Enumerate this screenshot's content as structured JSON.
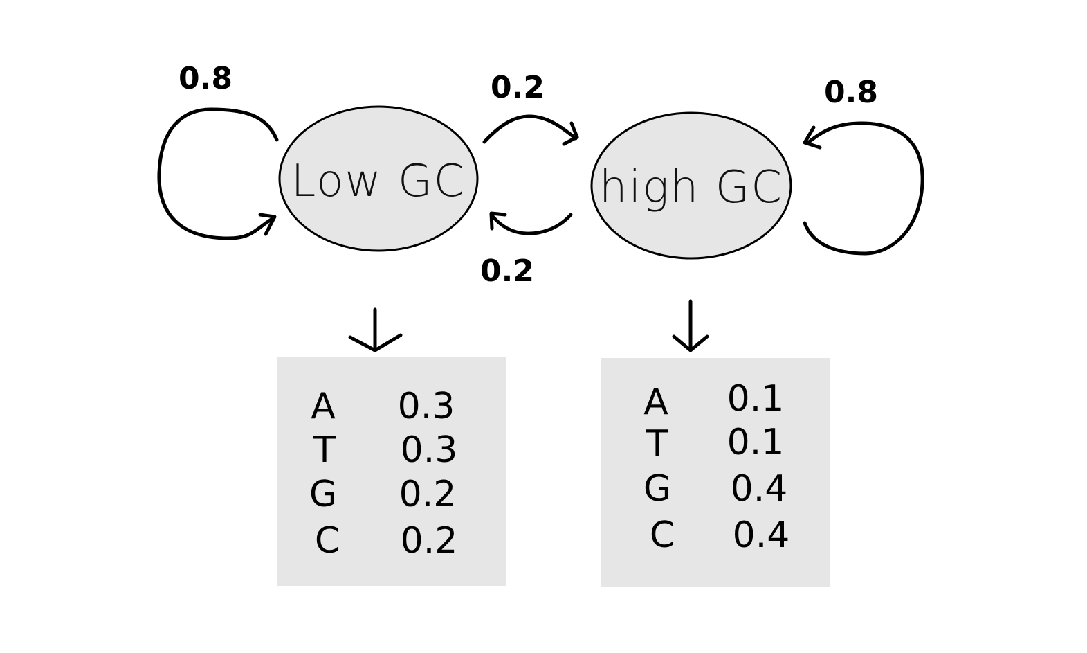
{
  "colors": {
    "state_fill": "#e6e6e6",
    "table_fill": "#e6e6e6",
    "ink": "#000000"
  },
  "states": [
    {
      "label": "Low GC"
    },
    {
      "label": "high GC"
    }
  ],
  "transitions": {
    "low_self": "0.8",
    "low_to_high": "0.2",
    "high_to_low": "0.2",
    "high_self": "0.8"
  },
  "emissions": [
    {
      "state": "Low GC",
      "rows": [
        {
          "symbol": "A",
          "value": "0.3"
        },
        {
          "symbol": "T",
          "value": "0.3"
        },
        {
          "symbol": "G",
          "value": "0.2"
        },
        {
          "symbol": "C",
          "value": "0.2"
        }
      ]
    },
    {
      "state": "high GC",
      "rows": [
        {
          "symbol": "A",
          "value": "0.1"
        },
        {
          "symbol": "T",
          "value": "0.1"
        },
        {
          "symbol": "G",
          "value": "0.4"
        },
        {
          "symbol": "C",
          "value": "0.4"
        }
      ]
    }
  ]
}
